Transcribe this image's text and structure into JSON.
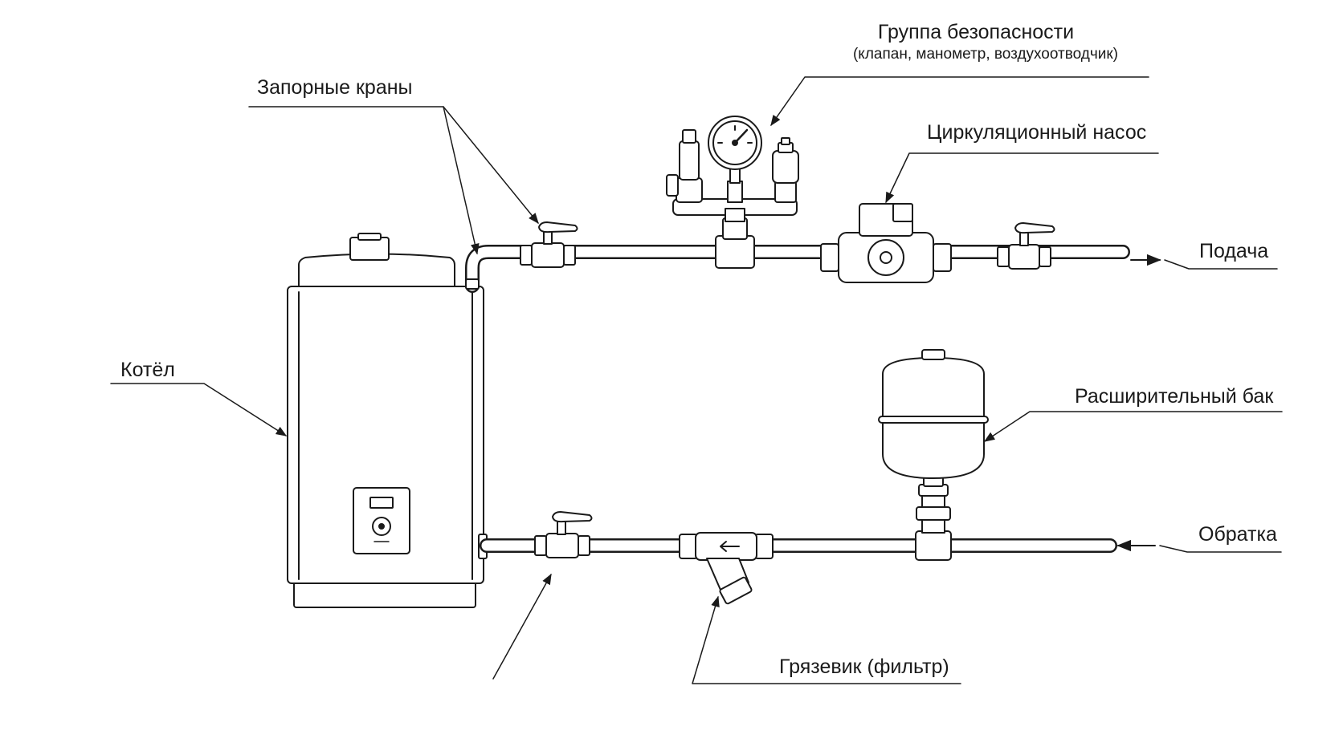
{
  "labels": {
    "safety_group_title": "Группа безопасности",
    "safety_group_detail": "(клапан, манометр, воздухоотводчик)",
    "shutoff_valves": "Запорные краны",
    "circulation_pump": "Циркуляционный насос",
    "supply": "Подача",
    "boiler": "Котёл",
    "expansion_tank": "Расширительный бак",
    "return": "Обратка",
    "strainer": "Грязевик (фильтр)"
  },
  "colors": {
    "ink": "#1a1a1a",
    "background": "#ffffff",
    "fill": "#ffffff"
  }
}
